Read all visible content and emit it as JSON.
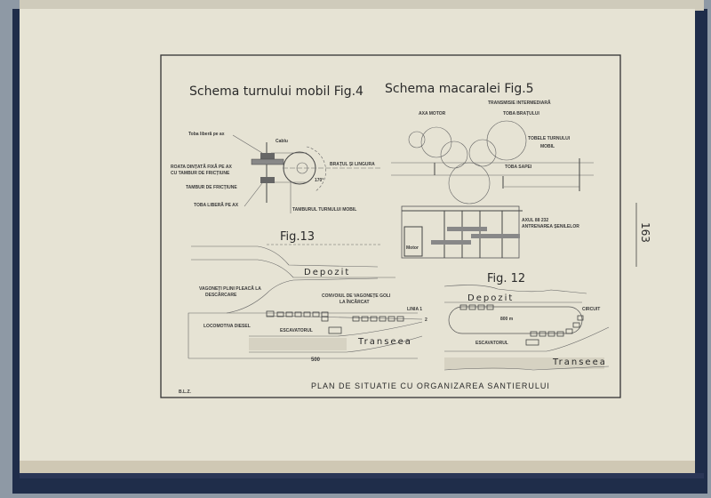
{
  "page": {
    "page_number": "163",
    "frame_signature": "B.L.Z.",
    "caption": "PLAN  DE SITUATIE CU ORGANIZAREA SANTIERULUI"
  },
  "fig4": {
    "title": "Schema turnului mobil Fig.4",
    "labels": {
      "toba_libera_top": "Toba liberă pe ax",
      "cablu": "Cablu",
      "roata_1": "ROATA DINȚATĂ FIXĂ PE AX",
      "roata_2": "CU TAMBUR DE FRICȚIUNE",
      "tambur_frictiune": "TAMBUR DE FRICȚIUNE",
      "toba_libera_bottom": "TOBA LIBERĂ PE AX",
      "bratul": "BRAȚUL ȘI LINGURA",
      "angle": "170°",
      "tamburul": "TAMBURUL TURNULUI MOBIL"
    }
  },
  "fig5": {
    "title": "Schema macaralei Fig.5",
    "labels": {
      "transmisie": "TRANSMISIE INTERMEDIARĂ",
      "axa_motor": "AXA MOTOR",
      "toba_bratului": "TOBA BRAȚULUI",
      "tobele_1": "TOBELE TURNULUI",
      "tobele_2": "MOBIL",
      "toba_sapei": "TOBA SAPEI",
      "axul_1": "AXUL 88 232",
      "axul_2": "ANTRENAREA ȘENILELOR",
      "motor": "Motor"
    }
  },
  "fig13": {
    "title": "Fig.13",
    "labels": {
      "depozit": "Depozit",
      "vagoneti_1": "VAGONEȚI PLINI PLEACĂ LA",
      "vagoneti_2": "DESCĂRCARE",
      "convoiul_1": "CONVOIUL DE VAGONEȚE GOLI",
      "convoiul_2": "LA ÎNCĂRCAT",
      "linia1": "LINIA 1",
      "linia2": "2",
      "locomotiva": "LOCOMOTIVA DIESEL",
      "escavatorul": "ESCAVATORUL",
      "transeea": "Transeea",
      "distance": "500"
    }
  },
  "fig12": {
    "title": "Fig. 12",
    "labels": {
      "depozit": "Depozit",
      "circuit": "CIRCUIT",
      "distance": "800 m",
      "escavatorul": "ESCAVATORUL",
      "transeea": "Transeea"
    }
  }
}
